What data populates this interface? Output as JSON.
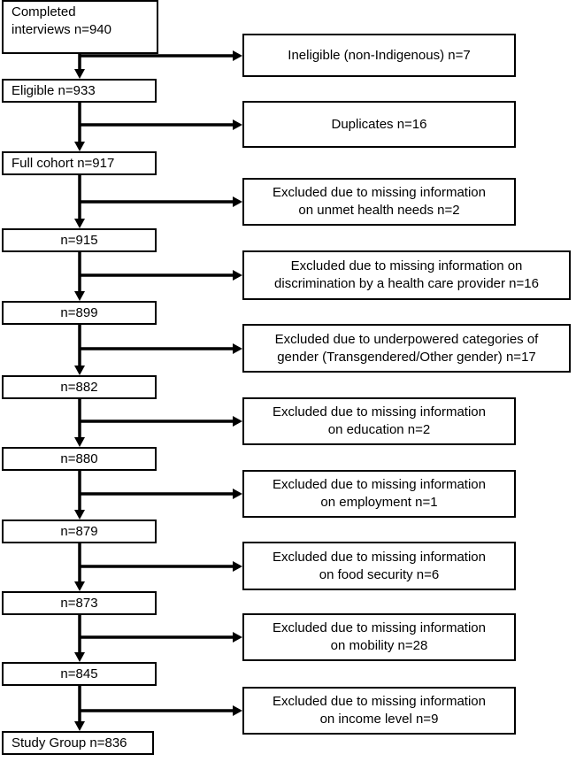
{
  "flowchart": {
    "start_lines": [
      "Completed",
      "interviews n=940"
    ],
    "steps": [
      {
        "remaining": "Eligible n=933",
        "excluded_lines": [
          "Ineligible (non-Indigenous) n=7"
        ]
      },
      {
        "remaining": "Full cohort n=917",
        "excluded_lines": [
          "Duplicates n=16"
        ]
      },
      {
        "remaining": "n=915",
        "excluded_lines": [
          "Excluded due to missing information",
          "on unmet health needs n=2"
        ]
      },
      {
        "remaining": "n=899",
        "excluded_lines": [
          "Excluded due to missing information on",
          "discrimination by a health care provider n=16"
        ]
      },
      {
        "remaining": "n=882",
        "excluded_lines": [
          "Excluded due to underpowered categories of",
          "gender (Transgendered/Other gender) n=17"
        ]
      },
      {
        "remaining": "n=880",
        "excluded_lines": [
          "Excluded due to missing information",
          "on education n=2"
        ]
      },
      {
        "remaining": "n=879",
        "excluded_lines": [
          "Excluded due to missing information",
          "on employment n=1"
        ]
      },
      {
        "remaining": "n=873",
        "excluded_lines": [
          "Excluded due to missing information",
          "on food security n=6"
        ]
      },
      {
        "remaining": "n=845",
        "excluded_lines": [
          "Excluded due to missing information",
          "on mobility n=28"
        ]
      },
      {
        "remaining": "Study Group n=836",
        "excluded_lines": [
          "Excluded due to missing information",
          "on income level n=9"
        ]
      }
    ]
  }
}
